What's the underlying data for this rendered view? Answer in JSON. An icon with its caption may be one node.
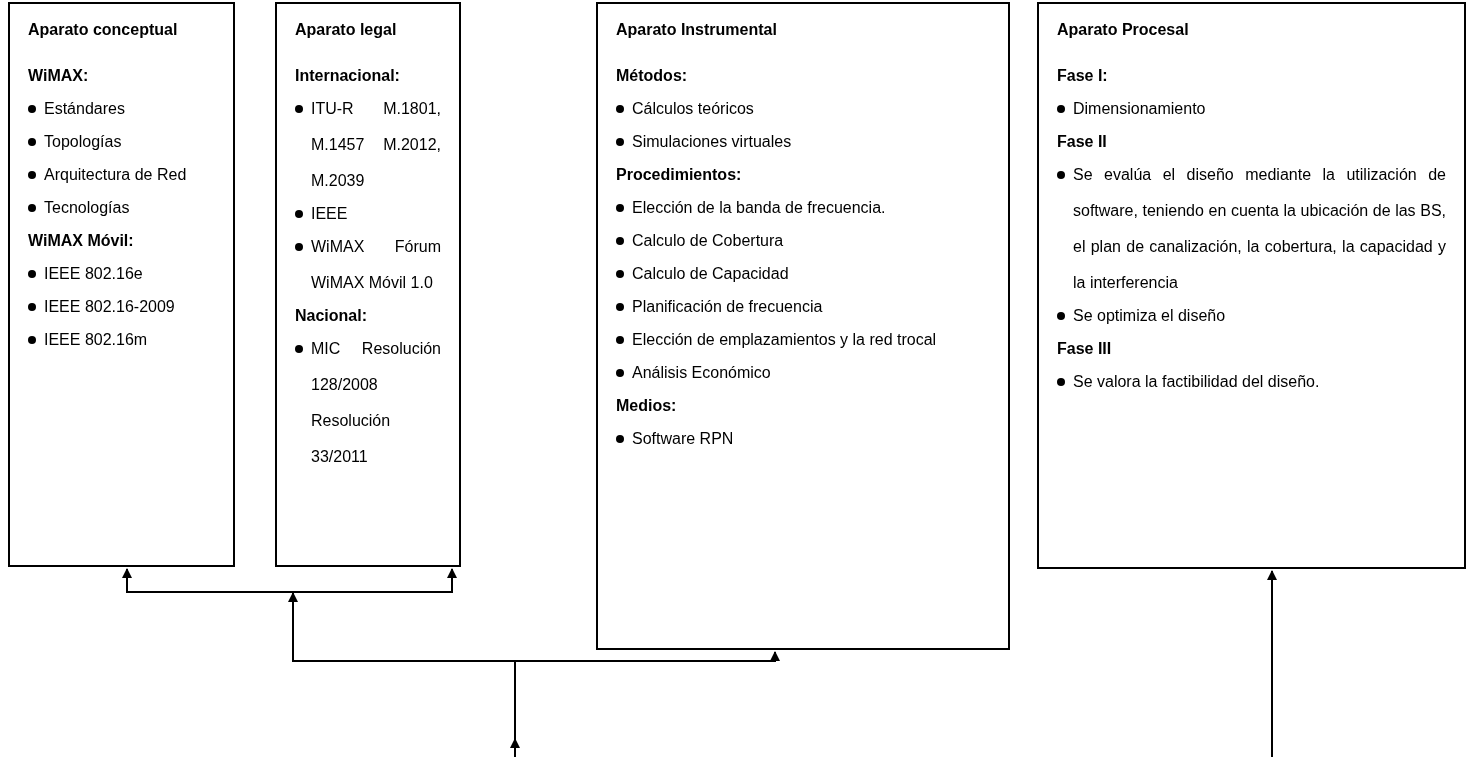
{
  "diagram": {
    "nodes": [
      {
        "text": [
          "Aparato conceptual",
          "WiMAX:",
          "Estándares",
          "Topologías",
          "Arquitectura de Red",
          "Tecnologías",
          "WiMAX Móvil:",
          "IEEE 802.16e",
          "IEEE 802.16-2009",
          "IEEE 802.16m"
        ]
      },
      {
        "text": [
          "Aparato legal",
          "Internacional:",
          "ITU-R M.1801, M.1457 M.2012, M.2039",
          "IEEE",
          "WiMAX Fórum WiMAX Móvil 1.0",
          "Nacional:",
          "MIC Resolución 128/2008 Resolución 33/2011"
        ]
      },
      {
        "text": [
          "Aparato Instrumental",
          "Métodos:",
          "Cálculos teóricos",
          "Simulaciones virtuales",
          "Procedimientos:",
          "Elección de la banda de frecuencia.",
          "Calculo de Cobertura",
          "Calculo de Capacidad",
          "Planificación de frecuencia",
          "Elección de emplazamientos y la red trocal",
          "Análisis Económico",
          "Medios:",
          "Software RPN"
        ]
      },
      {
        "text": [
          "Aparato Procesal",
          "Fase I:",
          "Dimensionamiento",
          "Fase II",
          "Se evalúa el diseño mediante la utilización de software, teniendo en cuenta la ubicación de las BS, el plan de canalización, la cobertura, la capacidad y la interferencia",
          "Se optimiza el diseño",
          "Fase III",
          "Se valora la factibilidad del diseño."
        ]
      }
    ],
    "edges": [
      {
        "from": null,
        "to": 0,
        "arrow": "to"
      },
      {
        "from": null,
        "to": 1,
        "arrow": "to"
      },
      {
        "from": null,
        "to": 2,
        "arrow": "to"
      },
      {
        "from": null,
        "to": 3,
        "arrow": "to"
      }
    ]
  }
}
